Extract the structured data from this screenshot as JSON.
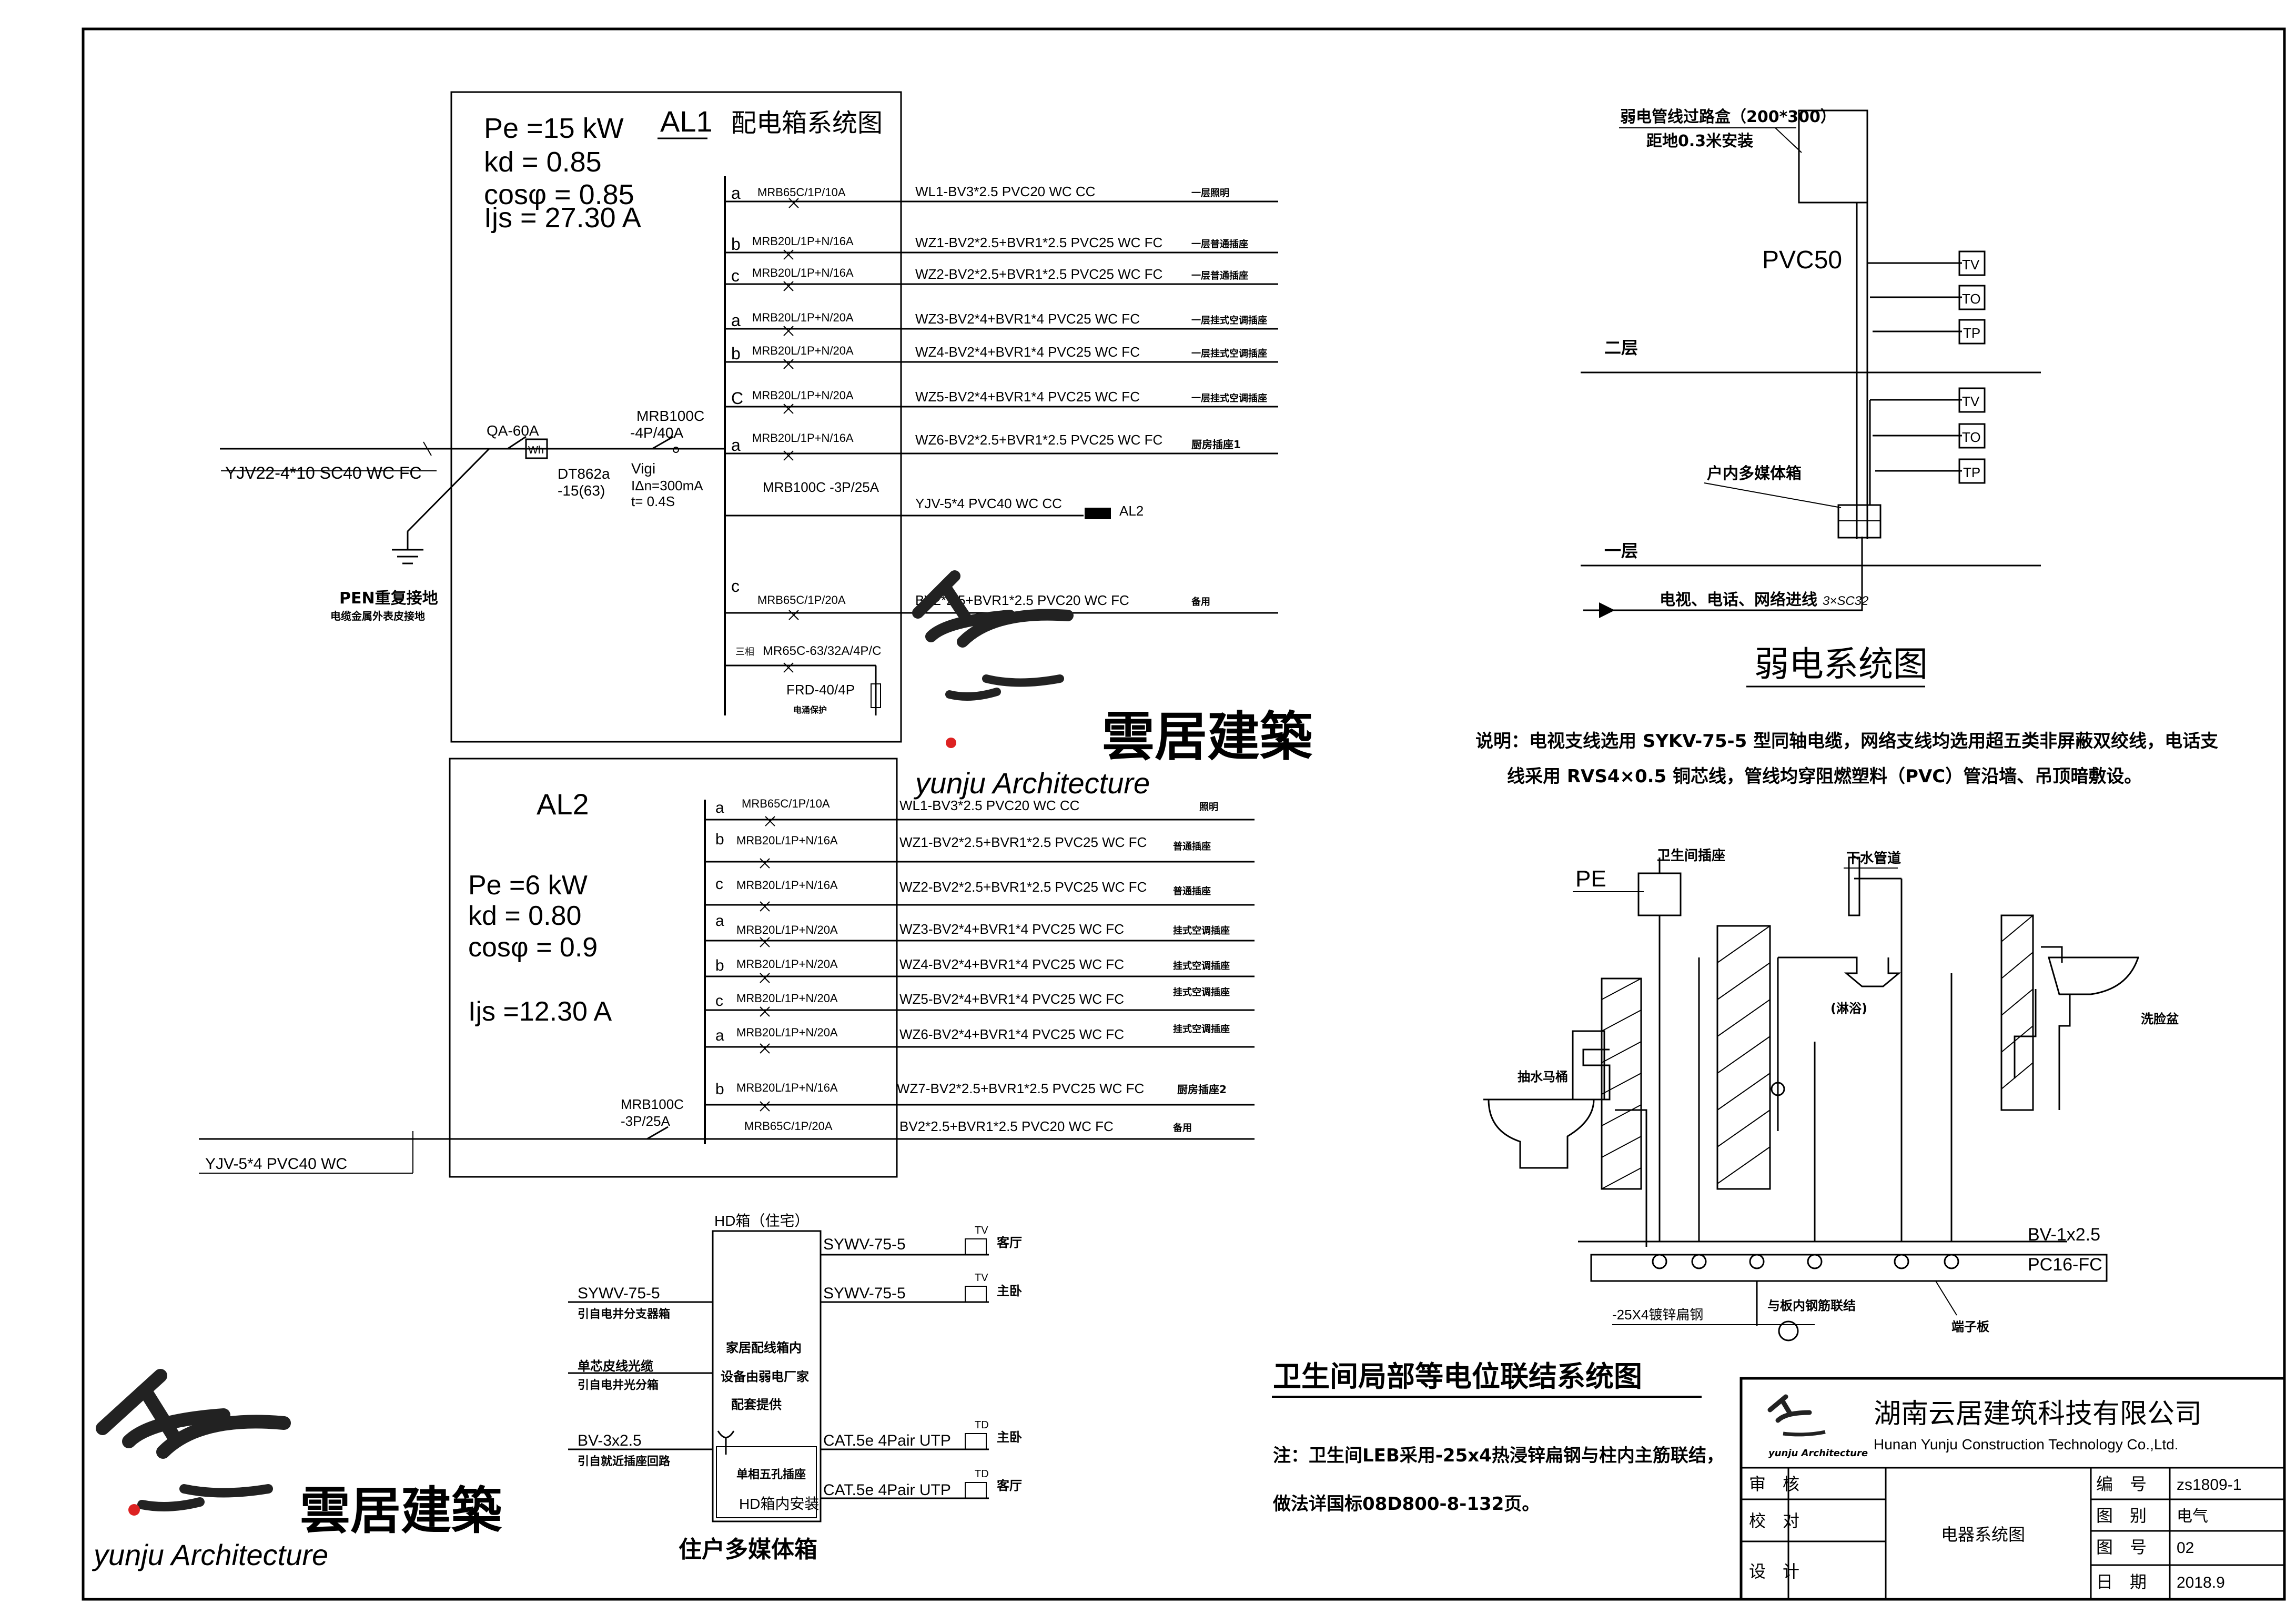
{
  "al1": {
    "title": "AL1",
    "subtitle": "配电箱系统图",
    "params": [
      "Pe =15 kW",
      "kd = 0.85",
      "cosφ = 0.85",
      "Ijs = 27.30 A"
    ],
    "incoming_cable": "YJV22-4*10 SC40 WC FC",
    "main_switch": "QA-60A",
    "meter": [
      "DT862a",
      "-15(63)"
    ],
    "meter_symbol": "Wh",
    "rcd": [
      "MRB100C",
      "-4P/40A",
      "Vigi",
      "IΔn=300mA",
      "t= 0.4S"
    ],
    "ground": [
      "PEN重复接地",
      "电缆金属外表皮接地"
    ],
    "circuits": [
      {
        "phase": "a",
        "breaker": "MRB65C/1P/10A",
        "cable": "WL1-BV3*2.5 PVC20 WC CC",
        "use": "一层照明"
      },
      {
        "phase": "b",
        "breaker": "MRB20L/1P+N/16A",
        "cable": "WZ1-BV2*2.5+BVR1*2.5 PVC25 WC FC",
        "use": "一层普通插座"
      },
      {
        "phase": "c",
        "breaker": "MRB20L/1P+N/16A",
        "cable": "WZ2-BV2*2.5+BVR1*2.5 PVC25 WC FC",
        "use": "一层普通插座"
      },
      {
        "phase": "a",
        "breaker": "MRB20L/1P+N/20A",
        "cable": "WZ3-BV2*4+BVR1*4 PVC25 WC FC",
        "use": "一层挂式空调插座"
      },
      {
        "phase": "b",
        "breaker": "MRB20L/1P+N/20A",
        "cable": "WZ4-BV2*4+BVR1*4 PVC25 WC FC",
        "use": "一层挂式空调插座"
      },
      {
        "phase": "C",
        "breaker": "MRB20L/1P+N/20A",
        "cable": "WZ5-BV2*4+BVR1*4 PVC25 WC FC",
        "use": "一层挂式空调插座"
      },
      {
        "phase": "a",
        "breaker": "MRB20L/1P+N/16A",
        "cable": "WZ6-BV2*2.5+BVR1*2.5 PVC25 WC FC",
        "use": "厨房插座1"
      },
      {
        "phase": "",
        "breaker": "MRB100C -3P/25A",
        "cable": "YJV-5*4 PVC40 WC CC",
        "use": "AL2"
      },
      {
        "phase": "c",
        "breaker": "MRB65C/1P/20A",
        "cable": "BV2*2.5+BVR1*2.5 PVC20 WC FC",
        "use": "备用"
      }
    ],
    "spd": [
      "三相",
      "MR65C-63/32A/4P/C",
      "FRD-40/4P",
      "电涌保护"
    ]
  },
  "al2": {
    "title": "AL2",
    "params": [
      "Pe =6 kW",
      "kd = 0.80",
      "cosφ = 0.9",
      "Ijs =12.30 A"
    ],
    "incoming_cable": "YJV-5*4 PVC40 WC",
    "main_breaker": [
      "MRB100C",
      "-3P/25A"
    ],
    "circuits": [
      {
        "phase": "a",
        "breaker": "MRB65C/1P/10A",
        "cable": "WL1-BV3*2.5 PVC20 WC CC",
        "use": "照明"
      },
      {
        "phase": "b",
        "breaker": "MRB20L/1P+N/16A",
        "cable": "WZ1-BV2*2.5+BVR1*2.5 PVC25 WC FC",
        "use": "普通插座"
      },
      {
        "phase": "c",
        "breaker": "MRB20L/1P+N/16A",
        "cable": "WZ2-BV2*2.5+BVR1*2.5 PVC25 WC FC",
        "use": "普通插座"
      },
      {
        "phase": "a",
        "breaker": "MRB20L/1P+N/20A",
        "cable": "WZ3-BV2*4+BVR1*4 PVC25 WC FC",
        "use": "挂式空调插座"
      },
      {
        "phase": "b",
        "breaker": "MRB20L/1P+N/20A",
        "cable": "WZ4-BV2*4+BVR1*4 PVC25 WC FC",
        "use": "挂式空调插座"
      },
      {
        "phase": "c",
        "breaker": "MRB20L/1P+N/20A",
        "cable": "WZ5-BV2*4+BVR1*4 PVC25 WC FC",
        "use": "挂式空调插座"
      },
      {
        "phase": "a",
        "breaker": "MRB20L/1P+N/20A",
        "cable": "WZ6-BV2*4+BVR1*4 PVC25 WC FC",
        "use": "挂式空调插座"
      },
      {
        "phase": "b",
        "breaker": "MRB20L/1P+N/16A",
        "cable": "WZ7-BV2*2.5+BVR1*2.5 PVC25 WC FC",
        "use": "厨房插座2"
      },
      {
        "phase": "",
        "breaker": "MRB65C/1P/20A",
        "cable": "BV2*2.5+BVR1*2.5 PVC20 WC FC",
        "use": "备用"
      }
    ]
  },
  "weak": {
    "title": "弱电系统图",
    "box_label": [
      "弱电管线过路盒（200*300）",
      "距地0.3米安装"
    ],
    "pipe": "PVC50",
    "floor2": "二层",
    "floor1": "一层",
    "outlets": [
      "TV",
      "TO",
      "TP"
    ],
    "media_box": "户内多媒体箱",
    "incoming": "电视、电话、网络进线",
    "incoming_spec": "3×SC32",
    "note": [
      "说明：电视支线选用 SYKV-75-5 型同轴电缆，网络支线均选用超五类非屏蔽双绞线，电话支",
      "线采用 RVS4×0.5 铜芯线，管线均穿阻燃塑料（PVC）管沿墙、吊顶暗敷设。"
    ]
  },
  "media": {
    "title": "住户多媒体箱",
    "box_top": "HD箱（住宅）",
    "box_text": [
      "家居配线箱内",
      "设备由弱电厂家",
      "配套提供"
    ],
    "socket": "单相五孔插座",
    "box_bottom": "HD箱内安装",
    "inputs": [
      {
        "spec": "SYWV-75-5",
        "desc": "引自电井分支器箱"
      },
      {
        "spec": "单芯皮线光缆",
        "desc": "引自电井光分箱"
      },
      {
        "spec": "BV-3x2.5",
        "desc": "引自就近插座回路"
      }
    ],
    "outputs": [
      {
        "cable": "SYWV-75-5",
        "type": "TV",
        "room": "客厅"
      },
      {
        "cable": "SYWV-75-5",
        "type": "TV",
        "room": "主卧"
      },
      {
        "cable": "CAT.5e 4Pair UTP",
        "type": "TD",
        "room": "主卧"
      },
      {
        "cable": "CAT.5e 4Pair UTP",
        "type": "TD",
        "room": "客厅"
      }
    ]
  },
  "bath": {
    "title": "卫生间局部等电位联结系统图",
    "pe": "PE",
    "socket": "卫生间插座",
    "drain": "下水管道",
    "shower": "(淋浴)",
    "toilet": "抽水马桶",
    "basin": "洗脸盆",
    "wire": "BV-1x2.5",
    "pipe": "PC16-FC",
    "flat_steel": "-25X4镀锌扁钢",
    "rebar": "与板内钢筋联结",
    "terminal": "端子板",
    "note": [
      "注：卫生间LEB采用-25x4热浸锌扁钢与柱内主筋联结，",
      "做法详国标08D800-8-132页。"
    ]
  },
  "logo": {
    "brand_cn": "雲居建築",
    "brand_en": "yunju Architecture"
  },
  "titleblock": {
    "company_cn": "湖南云居建筑科技有限公司",
    "company_en": "Hunan Yunju Construction Technology Co.,Ltd.",
    "logo_small": "yunju Architecture",
    "roles": [
      "审　核",
      "校　对",
      "设　计"
    ],
    "drawing_name": "电器系统图",
    "fields": [
      {
        "label": "编　号",
        "value": "zs1809-1"
      },
      {
        "label": "图　别",
        "value": "电气"
      },
      {
        "label": "图　号",
        "value": "02"
      },
      {
        "label": "日　期",
        "value": "2018.9"
      }
    ]
  }
}
